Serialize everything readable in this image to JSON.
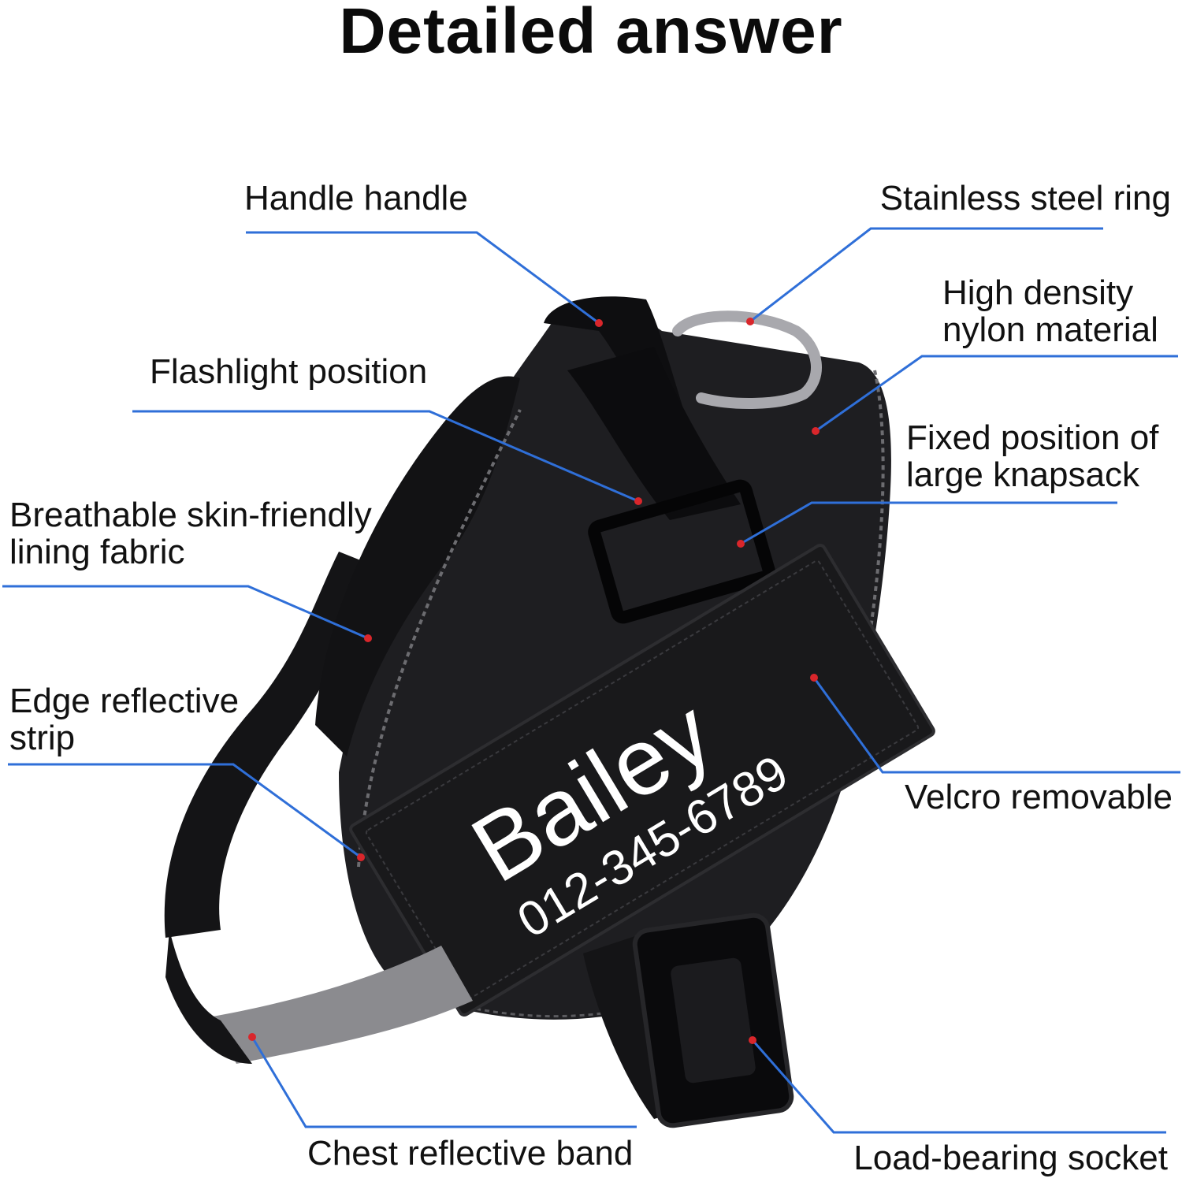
{
  "title": "Detailed answer",
  "colors": {
    "leader_line": "#2f6fd8",
    "marker_dot": "#d9262b",
    "harness_body": "#1c1c1e",
    "reflective_band": "#8e8e8e",
    "tag_text": "#ffffff"
  },
  "labels": {
    "handle": "Handle handle",
    "ring": "Stainless steel ring",
    "nylon_line1": "High density",
    "nylon_line2": "nylon material",
    "flashlight": "Flashlight position",
    "knapsack_line1": "Fixed position of",
    "knapsack_line2": "large knapsack",
    "lining_line1": "Breathable skin-friendly",
    "lining_line2": "lining fabric",
    "edge_line1": "Edge reflective",
    "edge_line2": "strip",
    "velcro": "Velcro removable",
    "chest_band": "Chest reflective band",
    "socket": "Load-bearing socket"
  },
  "tag": {
    "name": "Bailey",
    "phone": "012-345-6789"
  }
}
